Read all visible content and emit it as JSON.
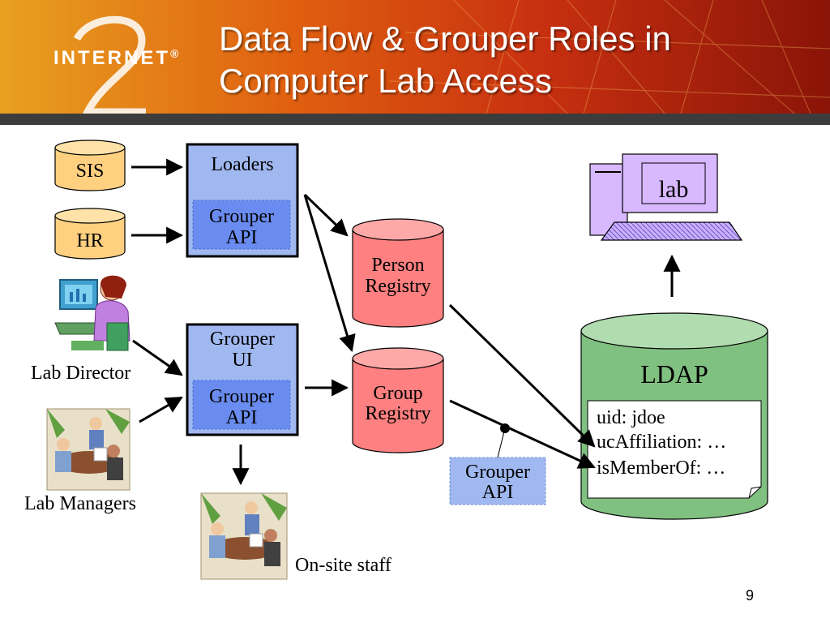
{
  "slide": {
    "title_line1": "Data Flow & Grouper Roles in",
    "title_line2": "Computer Lab Access",
    "logo_text": "INTERNET",
    "logo_mark": "®",
    "page_number": "9"
  },
  "sources": {
    "sis": "SIS",
    "hr": "HR"
  },
  "loaders_box": {
    "title": "Loaders",
    "api_line1": "Grouper",
    "api_line2": "API"
  },
  "ui_box": {
    "title_line1": "Grouper",
    "title_line2": "UI",
    "api_line1": "Grouper",
    "api_line2": "API"
  },
  "registries": {
    "person_line1": "Person",
    "person_line2": "Registry",
    "group_line1": "Group",
    "group_line2": "Registry"
  },
  "people": {
    "lab_director": "Lab Director",
    "lab_managers": "Lab Managers",
    "onsite_staff": "On-site staff"
  },
  "standalone_api": {
    "line1": "Grouper",
    "line2": "API"
  },
  "ldap": {
    "title": "LDAP",
    "attr1": "uid: jdoe",
    "attr2": "ucAffiliation: …",
    "attr3": "isMemberOf: …"
  },
  "computer": {
    "screen_label": "lab"
  },
  "colors": {
    "source_cylinder": "#ffd080",
    "box_outer": "#a0b8f0",
    "box_inner": "#6a8cf0",
    "registry_cylinder": "#ff8080",
    "ldap_cylinder": "#80c080",
    "computer": "#d8b8ff"
  }
}
